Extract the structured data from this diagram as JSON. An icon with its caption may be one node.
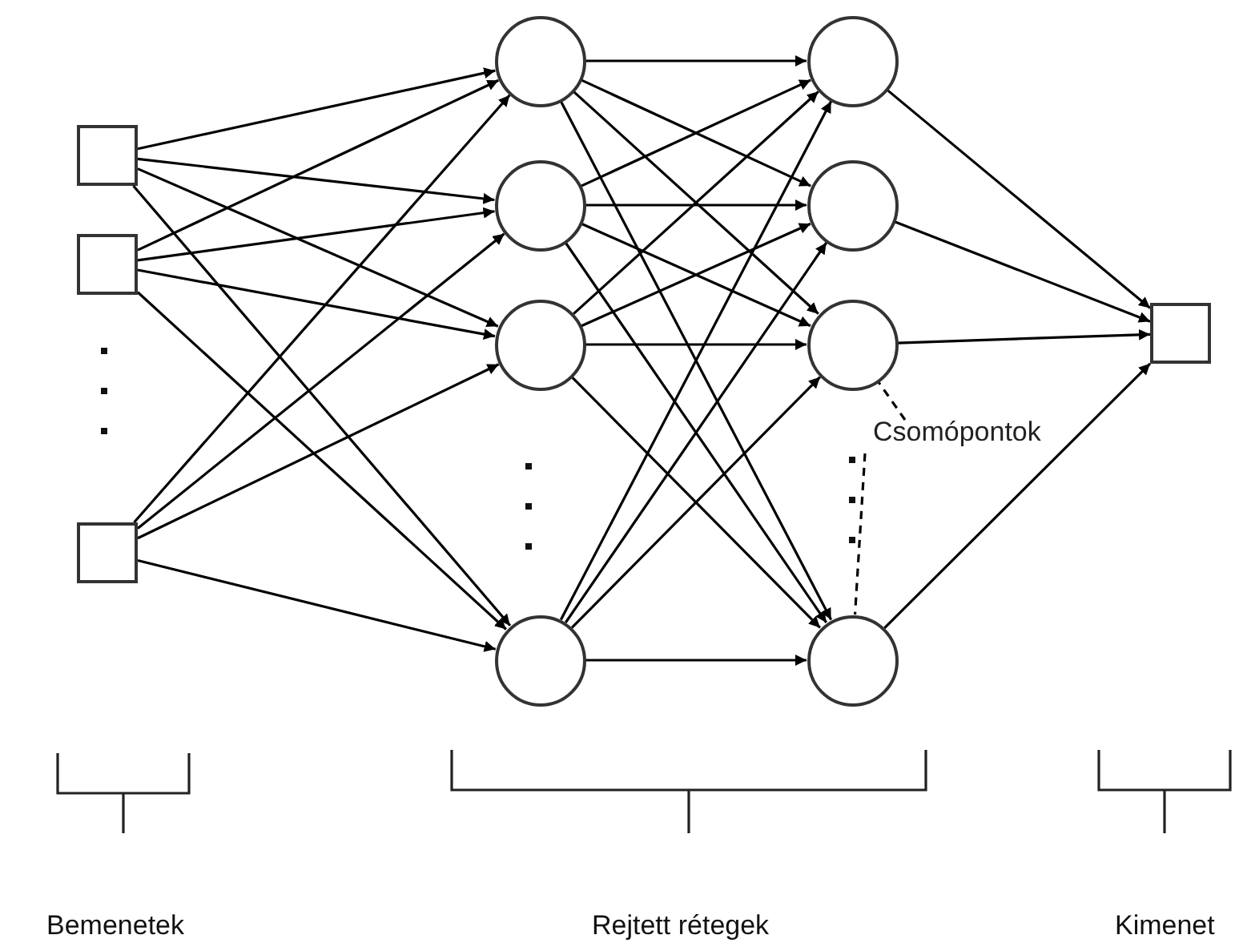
{
  "diagram": {
    "nodes": [
      {
        "text": [],
        "shape": "box"
      },
      {
        "text": [],
        "shape": "box"
      },
      {
        "text": [],
        "shape": "box"
      },
      {
        "text": [],
        "shape": "circle"
      },
      {
        "text": [],
        "shape": "circle"
      },
      {
        "text": [],
        "shape": "circle"
      },
      {
        "text": [],
        "shape": "circle"
      },
      {
        "text": [],
        "shape": "circle"
      },
      {
        "text": [],
        "shape": "circle"
      },
      {
        "text": [],
        "shape": "circle"
      },
      {
        "text": [],
        "shape": "circle"
      },
      {
        "text": [],
        "shape": "box"
      },
      {
        "text": [
          "Csomópontok"
        ]
      }
    ],
    "edges": [
      {
        "from": 0,
        "to": 3,
        "arrow": "to"
      },
      {
        "from": 0,
        "to": 4,
        "arrow": "to"
      },
      {
        "from": 0,
        "to": 5,
        "arrow": "to"
      },
      {
        "from": 0,
        "to": 6,
        "arrow": "to"
      },
      {
        "from": 1,
        "to": 3,
        "arrow": "to"
      },
      {
        "from": 1,
        "to": 4,
        "arrow": "to"
      },
      {
        "from": 1,
        "to": 5,
        "arrow": "to"
      },
      {
        "from": 1,
        "to": 6,
        "arrow": "to"
      },
      {
        "from": 2,
        "to": 3,
        "arrow": "to"
      },
      {
        "from": 2,
        "to": 4,
        "arrow": "to"
      },
      {
        "from": 2,
        "to": 5,
        "arrow": "to"
      },
      {
        "from": 2,
        "to": 6,
        "arrow": "to"
      },
      {
        "from": 3,
        "to": 7,
        "arrow": "to"
      },
      {
        "from": 3,
        "to": 8,
        "arrow": "to"
      },
      {
        "from": 3,
        "to": 9,
        "arrow": "to"
      },
      {
        "from": 3,
        "to": 10,
        "arrow": "to"
      },
      {
        "from": 4,
        "to": 7,
        "arrow": "to"
      },
      {
        "from": 4,
        "to": 8,
        "arrow": "to"
      },
      {
        "from": 4,
        "to": 9,
        "arrow": "to"
      },
      {
        "from": 4,
        "to": 10,
        "arrow": "to"
      },
      {
        "from": 5,
        "to": 7,
        "arrow": "to"
      },
      {
        "from": 5,
        "to": 8,
        "arrow": "to"
      },
      {
        "from": 5,
        "to": 9,
        "arrow": "to"
      },
      {
        "from": 5,
        "to": 10,
        "arrow": "to"
      },
      {
        "from": 6,
        "to": 7,
        "arrow": "to"
      },
      {
        "from": 6,
        "to": 8,
        "arrow": "to"
      },
      {
        "from": 6,
        "to": 9,
        "arrow": "to"
      },
      {
        "from": 6,
        "to": 10,
        "arrow": "to"
      },
      {
        "from": 7,
        "to": 11,
        "arrow": "to"
      },
      {
        "from": 8,
        "to": 11,
        "arrow": "to"
      },
      {
        "from": 9,
        "to": 11,
        "arrow": "to"
      },
      {
        "from": 10,
        "to": 11,
        "arrow": "to"
      },
      {
        "from": 12,
        "to": 9,
        "arrow": "none",
        "style": "dashed"
      },
      {
        "from": 12,
        "to": 10,
        "arrow": "none",
        "style": "dashed"
      }
    ],
    "labels": [
      "Bemenetek",
      "Rejtett rétegek",
      "Kimenet"
    ]
  }
}
